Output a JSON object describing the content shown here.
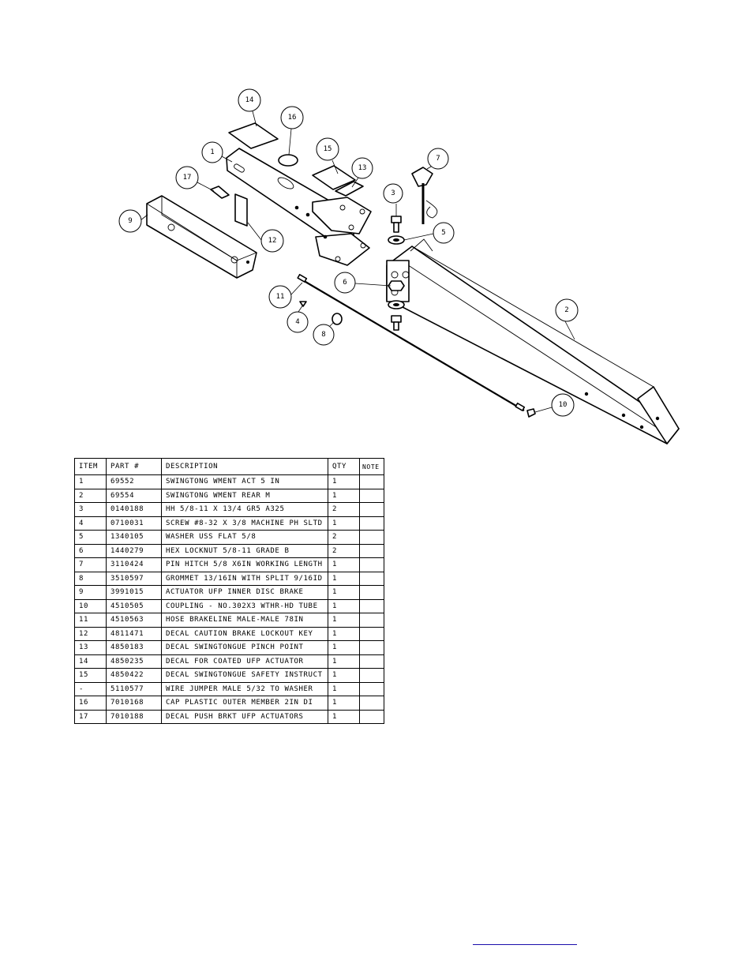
{
  "diagram": {
    "balloons": [
      "14",
      "16",
      "1",
      "15",
      "13",
      "17",
      "7",
      "3",
      "9",
      "12",
      "5",
      "6",
      "11",
      "4",
      "8",
      "2",
      "10"
    ]
  },
  "parts_table": {
    "headers": [
      "ITEM",
      "PART #",
      "DESCRIPTION",
      "QTY",
      "NOTE"
    ],
    "rows": [
      [
        "1",
        "69552",
        "SWINGTONG WMENT ACT 5 IN",
        "1",
        ""
      ],
      [
        "2",
        "69554",
        "SWINGTONG WMENT REAR M",
        "1",
        ""
      ],
      [
        "3",
        "0140188",
        "HH 5/8-11 X 13/4  GR5 A325",
        "2",
        ""
      ],
      [
        "4",
        "0710031",
        "SCREW #8-32 X 3/8 MACHINE PH SLTD",
        "1",
        ""
      ],
      [
        "5",
        "1340105",
        "WASHER USS FLAT 5/8",
        "2",
        ""
      ],
      [
        "6",
        "1440279",
        "HEX LOCKNUT 5/8-11 GRADE B",
        "2",
        ""
      ],
      [
        "7",
        "3110424",
        "PIN HITCH 5/8 X6IN WORKING LENGTH",
        "1",
        ""
      ],
      [
        "8",
        "3510597",
        "GROMMET 13/16IN  WITH SPLIT 9/16ID",
        "1",
        ""
      ],
      [
        "9",
        "3991015",
        "ACTUATOR UFP INNER  DISC BRAKE",
        "1",
        ""
      ],
      [
        "10",
        "4510505",
        "COUPLING - NO.302X3 WTHR-HD TUBE",
        "1",
        ""
      ],
      [
        "11",
        "4510563",
        "HOSE BRAKELINE MALE-MALE 78IN",
        "1",
        ""
      ],
      [
        "12",
        "4811471",
        "DECAL CAUTION BRAKE LOCKOUT KEY",
        "1",
        ""
      ],
      [
        "13",
        "4850183",
        "DECAL SWINGTONGUE PINCH POINT",
        "1",
        ""
      ],
      [
        "14",
        "4850235",
        "DECAL FOR COATED UFP ACTUATOR",
        "1",
        ""
      ],
      [
        "15",
        "4850422",
        "DECAL SWINGTONGUE SAFETY INSTRUCT",
        "1",
        ""
      ],
      [
        "-",
        "5110577",
        "WIRE JUMPER MALE 5/32 TO WASHER",
        "1",
        ""
      ],
      [
        "16",
        "7010168",
        "CAP  PLASTIC OUTER MEMBER 2IN DI",
        "1",
        ""
      ],
      [
        "17",
        "7010188",
        "DECAL PUSH BRKT UFP ACTUATORS",
        "1",
        ""
      ]
    ]
  },
  "colors": {
    "link_underline": "#1a0dab"
  }
}
